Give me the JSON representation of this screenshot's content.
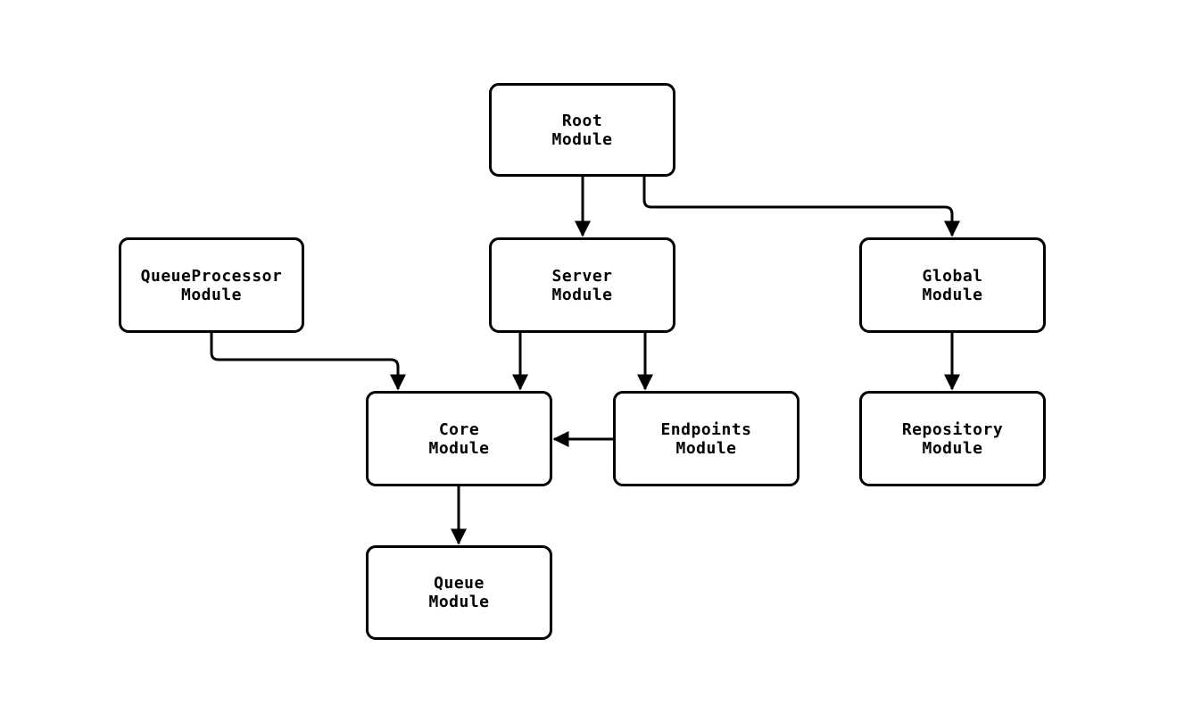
{
  "diagram": {
    "title": "module-dependency-graph",
    "stroke_color": "#000000",
    "background_color": "#ffffff",
    "nodes": {
      "root": {
        "line1": "Root",
        "line2": "Module"
      },
      "queueprocessor": {
        "line1": "QueueProcessor",
        "line2": "Module"
      },
      "server": {
        "line1": "Server",
        "line2": "Module"
      },
      "global": {
        "line1": "Global",
        "line2": "Module"
      },
      "core": {
        "line1": "Core",
        "line2": "Module"
      },
      "endpoints": {
        "line1": "Endpoints",
        "line2": "Module"
      },
      "repository": {
        "line1": "Repository",
        "line2": "Module"
      },
      "queue": {
        "line1": "Queue",
        "line2": "Module"
      }
    },
    "edges": [
      {
        "from": "Root Module",
        "to": "Server Module"
      },
      {
        "from": "Root Module",
        "to": "Global Module"
      },
      {
        "from": "QueueProcessor Module",
        "to": "Core Module"
      },
      {
        "from": "Server Module",
        "to": "Core Module"
      },
      {
        "from": "Server Module",
        "to": "Endpoints Module"
      },
      {
        "from": "Endpoints Module",
        "to": "Core Module"
      },
      {
        "from": "Core Module",
        "to": "Queue Module"
      },
      {
        "from": "Global Module",
        "to": "Repository Module"
      }
    ]
  }
}
